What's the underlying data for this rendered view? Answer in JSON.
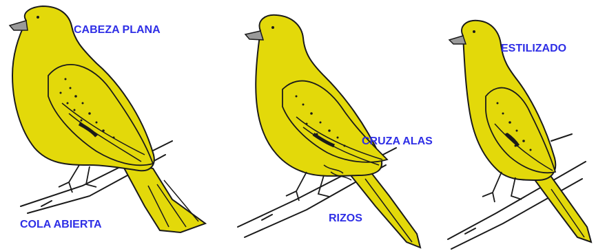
{
  "colors": {
    "bird_fill": "#e3d90a",
    "bird_outline": "#1a1a1a",
    "label_color": "#2e2ee6",
    "beak": "#9a9a9a",
    "background": "#ffffff"
  },
  "birds": [
    {
      "labels": [
        "CABEZA PLANA",
        "COLA ABIERTA"
      ]
    },
    {
      "labels": [
        "CRUZA ALAS",
        "RIZOS"
      ]
    },
    {
      "labels": [
        "ESTILIZADO"
      ]
    }
  ]
}
